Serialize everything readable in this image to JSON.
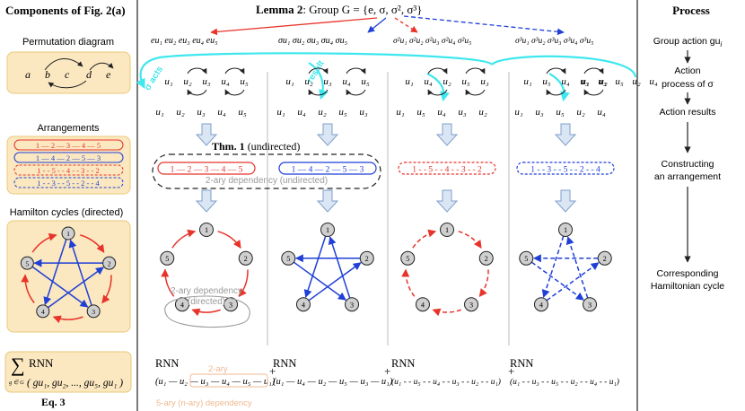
{
  "left": {
    "title": "Components of Fig. 2(a)",
    "perm_label": "Permutation diagram",
    "perm_nodes": [
      "a",
      "b",
      "c",
      "d",
      "e"
    ],
    "arr_label": "Arrangements",
    "arr_rows": [
      {
        "text": "1 — 2 — 3 — 4 — 5",
        "color": "#e8332a",
        "dash": false
      },
      {
        "text": "1 — 4 — 2 — 5 — 3",
        "color": "#1f3fd6",
        "dash": false
      },
      {
        "text": "1 - - 5 - - 4 - - 3 - - 2",
        "color": "#e8332a",
        "dash": true
      },
      {
        "text": "1 - - 3 - - 5 - - 2 - - 4",
        "color": "#1f3fd6",
        "dash": true
      }
    ],
    "ham_label": "Hamilton cycles (directed)",
    "sum_symbol": "∑",
    "sum_sub": "g ∈ G",
    "rnn": "RNN",
    "sum_args": "( gu₁, gu₂, ..., gu₅, gu₁ )",
    "eq_label": "Eq. 3"
  },
  "top": {
    "lemma_bold": "Lemma 2",
    "lemma_rest": ": Group G = {e, σ, σ², σ³}",
    "groups": [
      "eu₁  eu₂  eu₃  eu₄  eu₅",
      "σu₁  σu₂  σu₃  σu₄  σu₅",
      "σ²u₁ σ²u₂ σ²u₃ σ²u₄ σ²u₅",
      "σ³u₁ σ³u₂ σ³u₃ σ³u₄ σ³u₅"
    ],
    "sigma_acts": "σ acts",
    "result": "result"
  },
  "columns": [
    {
      "action": [
        "u₁",
        "u₂",
        "u₃",
        "u₄",
        "u₅"
      ],
      "result": [
        "u₁",
        "u₂",
        "u₃",
        "u₄",
        "u₅"
      ],
      "arrangement": "1 — 2 — 3 — 4 — 5",
      "color": "#e8332a",
      "dash": false,
      "rnn": "RNN",
      "seq": "(u₁ — u₂ — u₃ — u₄ — u₅ — u₁)"
    },
    {
      "action": [
        "u₁",
        "u₂",
        "u₃",
        "u₄",
        "u₅"
      ],
      "result": [
        "u₁",
        "u₄",
        "u₂",
        "u₅",
        "u₃"
      ],
      "arrangement": "1 — 4 — 2 — 5 — 3",
      "color": "#1f3fd6",
      "dash": false,
      "rnn": "RNN",
      "seq": "(u₁ — u₄ — u₂ — u₅ — u₃ — u₁)"
    },
    {
      "action": [
        "u₁",
        "u₄",
        "u₂",
        "u₅",
        "u₃"
      ],
      "result": [
        "u₁",
        "u₅",
        "u₄",
        "u₃",
        "u₂"
      ],
      "arrangement": "1 - - 5 - - 4 - - 3 - - 2",
      "color": "#e8332a",
      "dash": true,
      "rnn": "RNN",
      "seq": "(u₁ - - u₅ - - u₄ - - u₃ - - u₂ - - u₁)"
    },
    {
      "action": [
        "u₁",
        "u₅",
        "u₄",
        "u₃",
        "u₂"
      ],
      "result": [
        "u₁",
        "u₃",
        "u₅",
        "u₂",
        "u₄"
      ],
      "arrangement": "1 - - 3 - - 5 - - 2 - - 4",
      "color": "#1f3fd6",
      "dash": true,
      "rnn": "RNN",
      "seq": "(u₁ - - u₃ - - u₅ - - u₂ - - u₄ - - u₁)"
    }
  ],
  "extra_result": [
    "u₁",
    "u₃",
    "u₅",
    "u₂",
    "u₄"
  ],
  "middle": {
    "thm_bold": "Thm. 1",
    "thm_rest": " (undirected)",
    "dep_undirected": "2-ary dependency (undirected)",
    "dep_directed_1": "2-ary dependency",
    "dep_directed_2": "(directed)",
    "bottom_2ary": "2-ary",
    "bottom_5ary": "5-ary (n-ary) dependency",
    "plus": "+"
  },
  "process": {
    "title": "Process",
    "steps": [
      "Group action gu",
      "Action",
      "process of σ",
      "Action results",
      "Constructing",
      "an arrangement",
      "Corresponding",
      "Hamiltonian cycle"
    ],
    "step_sub": "i"
  },
  "cycle_nodes": [
    "1",
    "2",
    "3",
    "4",
    "5"
  ],
  "colors": {
    "red": "#e8332a",
    "blue": "#1f3fd6",
    "cyan": "#3fe7ee",
    "panel": "#fbe8c0",
    "panel_border": "#e8c97a",
    "gray": "#9a9a9a",
    "arrow_fill": "#dbe6f5",
    "arrow_stroke": "#7f9fc8",
    "orange_text": "#f0b890"
  }
}
